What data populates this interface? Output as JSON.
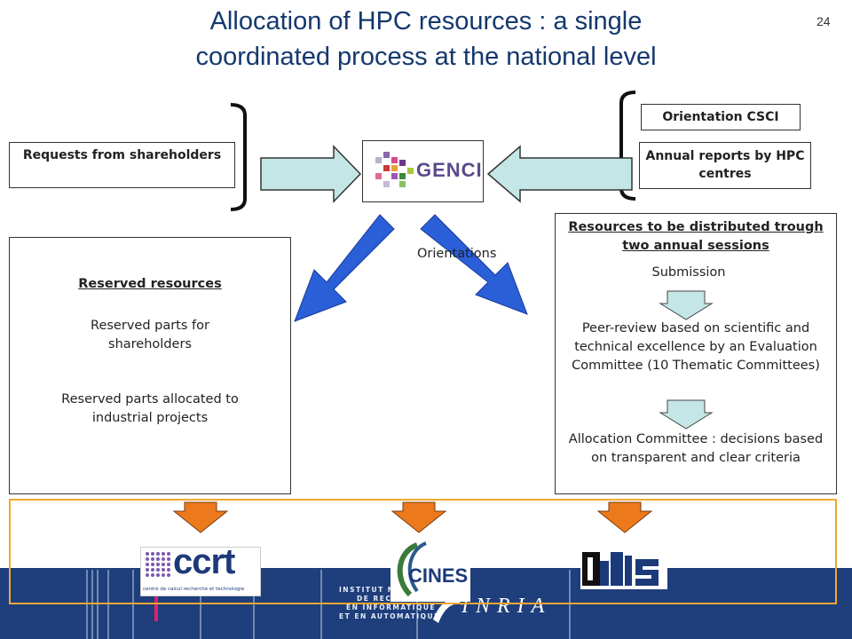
{
  "page": {
    "title_line1": "Allocation of HPC resources : a single",
    "title_line2": "coordinated process at the national level",
    "page_number": "24"
  },
  "inputs": {
    "requests": "Requests from shareholders",
    "orientation_csci": "Orientation CSCI",
    "annual_reports": "Annual reports by HPC centres"
  },
  "center": {
    "logo_text": "GENCI",
    "orientations_label": "Orientations"
  },
  "reserved": {
    "heading": "Reserved resources",
    "item1": "Reserved parts for shareholders",
    "item2": "Reserved parts allocated to industrial projects"
  },
  "sessions": {
    "heading": "Resources to be distributed trough two annual sessions",
    "step1": "Submission",
    "step2": "Peer-review based on scientific and technical  excellence by an Evaluation Committee (10 Thematic Committees)",
    "step3": "Allocation Committee : decisions based on transparent and clear criteria"
  },
  "centres": {
    "ccrt": "ccrt",
    "ccrt_sub": "centre de calcul recherche et technologie",
    "cines": "CINES",
    "idris": "IDRIS"
  },
  "footer": {
    "inria_lines": [
      "INSTITUT NATIONAL",
      "DE RECHERCHE",
      "EN INFORMATIQUE",
      "ET EN AUTOMATIQUE"
    ],
    "inria_logo": "INRIA"
  },
  "colors": {
    "title": "#14386e",
    "arrow_fill": "#c4e6e6",
    "blue_arrow": "#2b5fd8",
    "orange": "#ec7a1c",
    "footer": "#1e3e7c",
    "frame": "#f2a830"
  }
}
